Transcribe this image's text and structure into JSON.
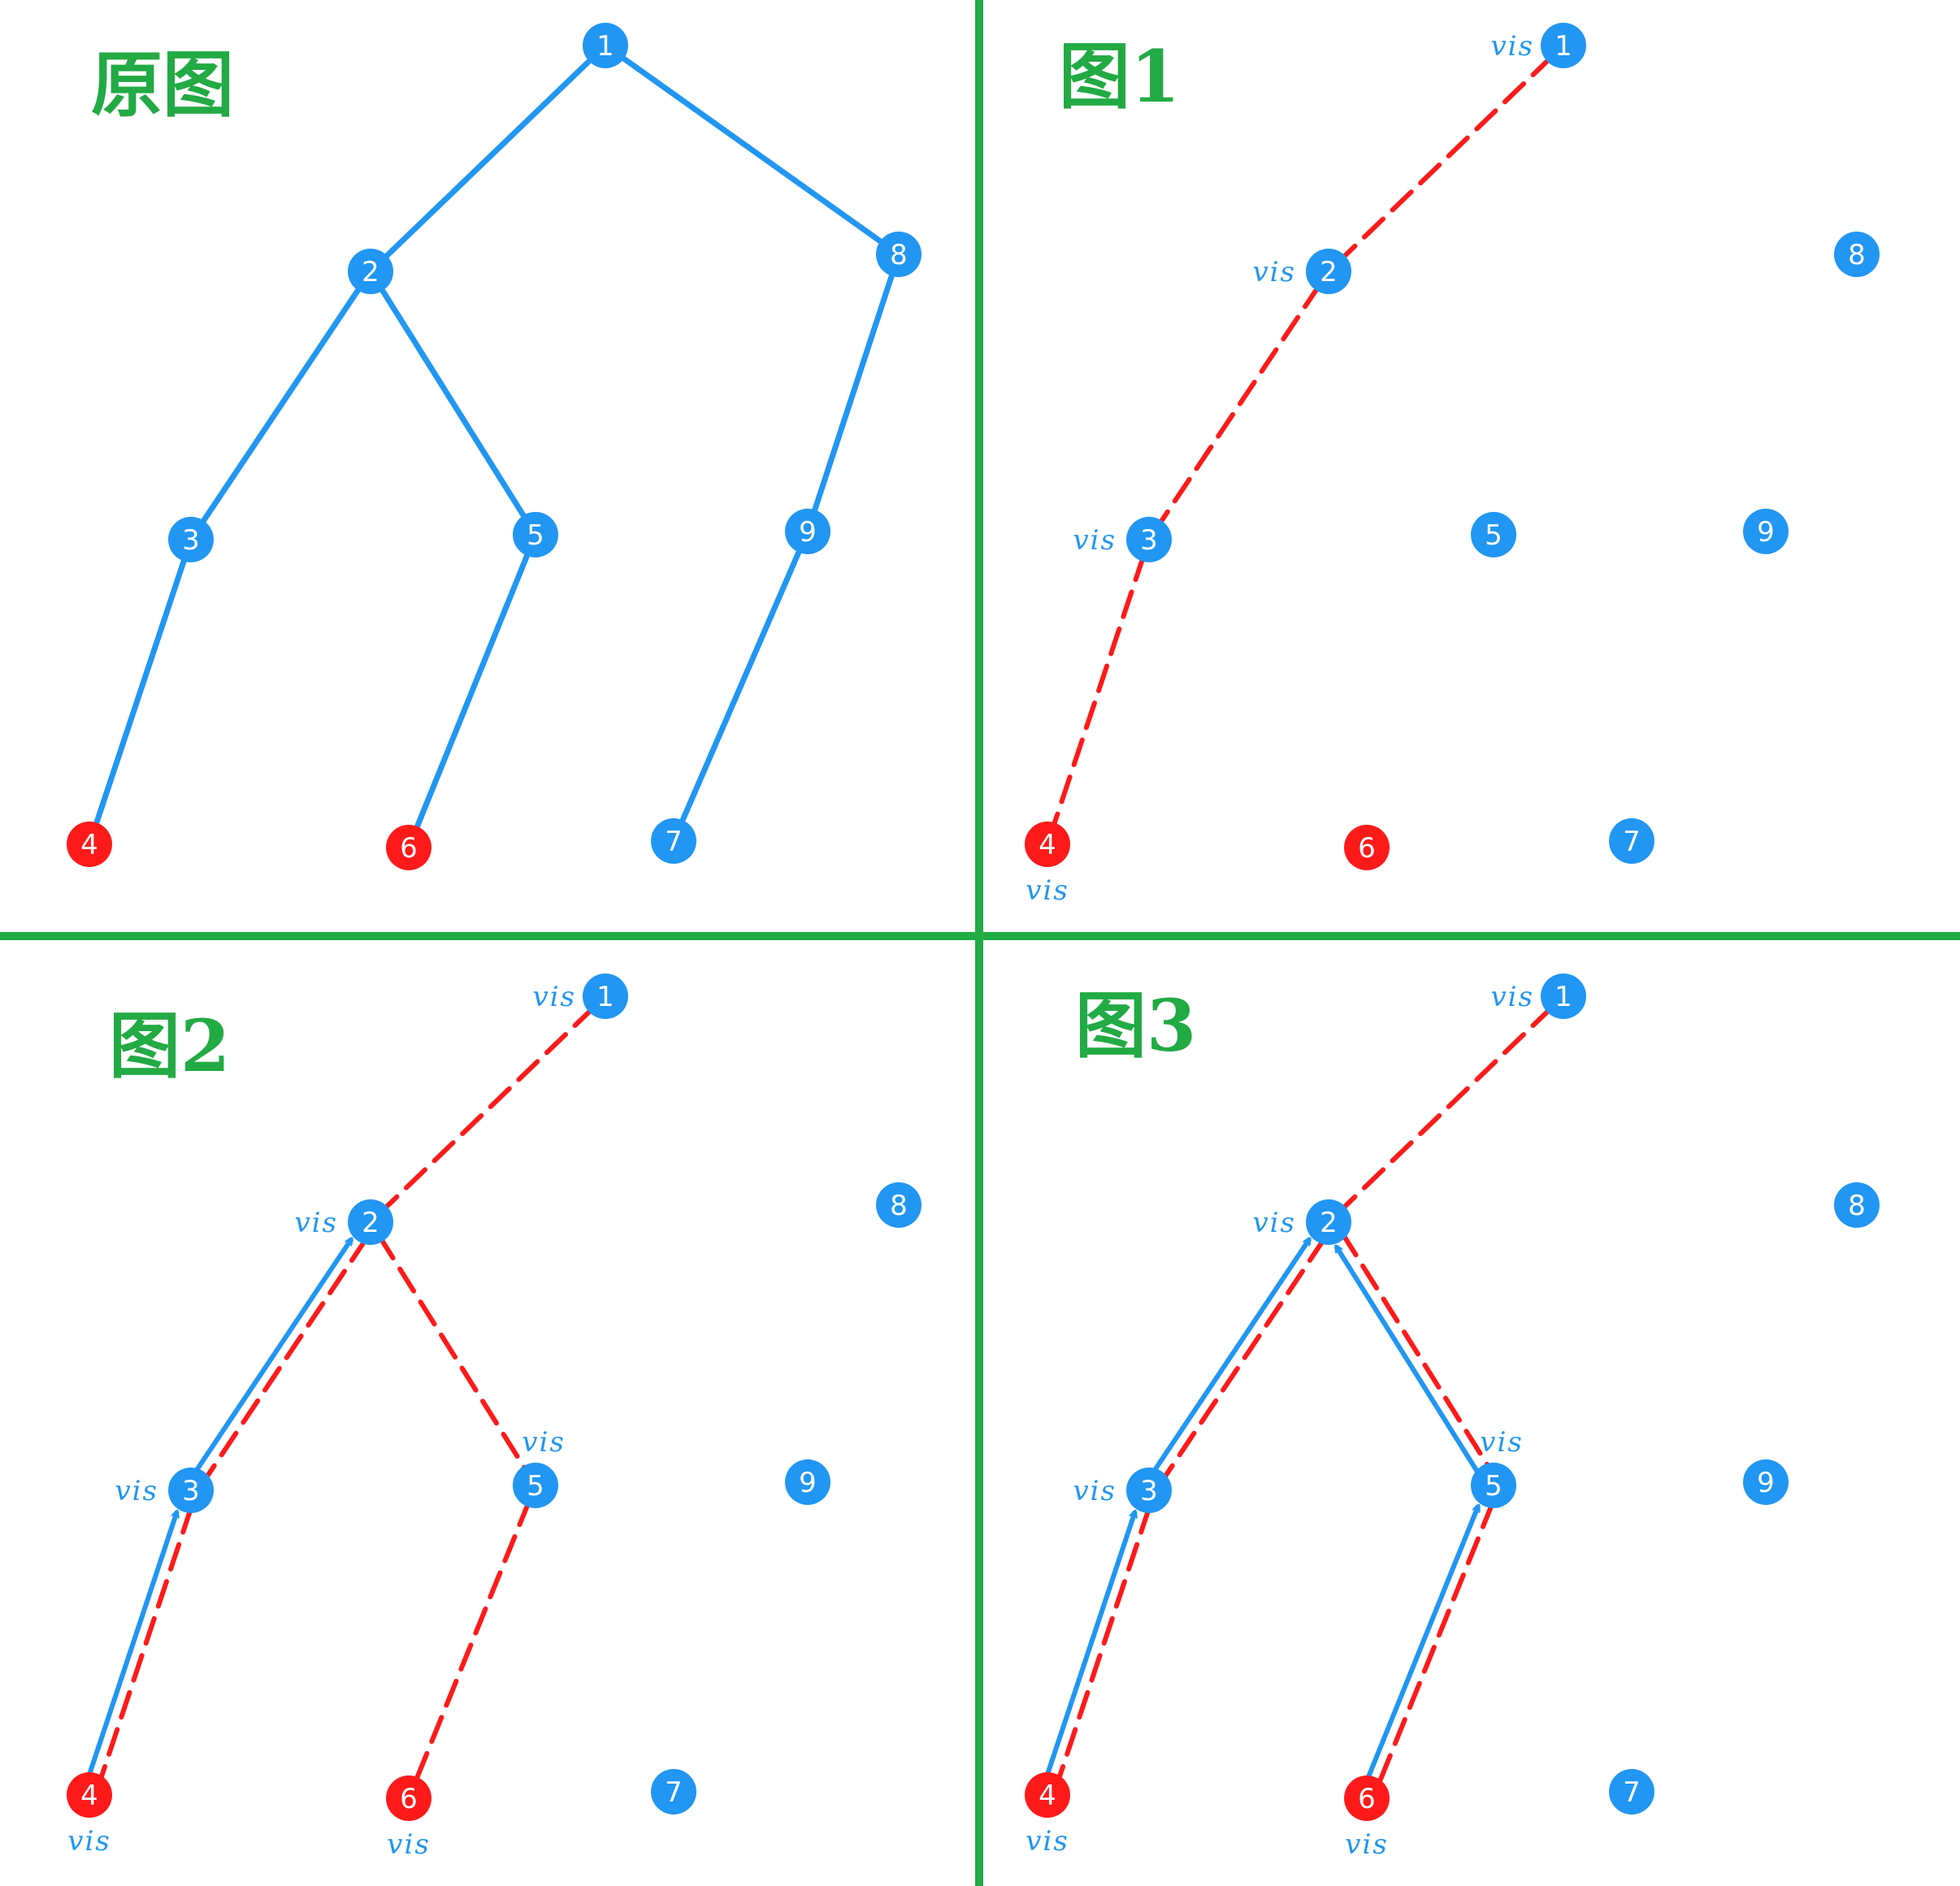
{
  "colors": {
    "node": "#2196F3",
    "node_highlight": "#FF1A1A",
    "edge": "#2196F3",
    "dash": "#FF1A1A",
    "divider": "#22AA44",
    "title": "#22AA44",
    "vis": "#2196F3",
    "node_text": "#FFFFFF"
  },
  "vis_text": "vis",
  "panels": [
    {
      "title": "原图",
      "nodes": [
        {
          "id": "1",
          "red": false,
          "vis": false
        },
        {
          "id": "2",
          "red": false,
          "vis": false
        },
        {
          "id": "3",
          "red": false,
          "vis": false
        },
        {
          "id": "4",
          "red": true,
          "vis": false
        },
        {
          "id": "5",
          "red": false,
          "vis": false
        },
        {
          "id": "6",
          "red": true,
          "vis": false
        },
        {
          "id": "7",
          "red": false,
          "vis": false
        },
        {
          "id": "8",
          "red": false,
          "vis": false
        },
        {
          "id": "9",
          "red": false,
          "vis": false
        }
      ],
      "edges": [
        [
          "1",
          "2"
        ],
        [
          "1",
          "8"
        ],
        [
          "2",
          "3"
        ],
        [
          "2",
          "5"
        ],
        [
          "3",
          "4"
        ],
        [
          "5",
          "6"
        ],
        [
          "8",
          "9"
        ],
        [
          "9",
          "7"
        ]
      ],
      "dashed": [],
      "arrows": []
    },
    {
      "title": "图1",
      "nodes": [
        {
          "id": "1",
          "red": false,
          "vis": true
        },
        {
          "id": "2",
          "red": false,
          "vis": true
        },
        {
          "id": "3",
          "red": false,
          "vis": true
        },
        {
          "id": "4",
          "red": true,
          "vis": true
        },
        {
          "id": "5",
          "red": false,
          "vis": false
        },
        {
          "id": "6",
          "red": true,
          "vis": false
        },
        {
          "id": "7",
          "red": false,
          "vis": false
        },
        {
          "id": "8",
          "red": false,
          "vis": false
        },
        {
          "id": "9",
          "red": false,
          "vis": false
        }
      ],
      "edges": [],
      "dashed": [
        [
          "1",
          "2"
        ],
        [
          "2",
          "3"
        ],
        [
          "3",
          "4"
        ]
      ],
      "arrows": []
    },
    {
      "title": "图2",
      "nodes": [
        {
          "id": "1",
          "red": false,
          "vis": true
        },
        {
          "id": "2",
          "red": false,
          "vis": true
        },
        {
          "id": "3",
          "red": false,
          "vis": true
        },
        {
          "id": "4",
          "red": true,
          "vis": true
        },
        {
          "id": "5",
          "red": false,
          "vis": true
        },
        {
          "id": "6",
          "red": true,
          "vis": true
        },
        {
          "id": "7",
          "red": false,
          "vis": false
        },
        {
          "id": "8",
          "red": false,
          "vis": false
        },
        {
          "id": "9",
          "red": false,
          "vis": false
        }
      ],
      "edges": [],
      "dashed": [
        [
          "1",
          "2"
        ],
        [
          "2",
          "3"
        ],
        [
          "3",
          "4"
        ],
        [
          "2",
          "5"
        ],
        [
          "5",
          "6"
        ]
      ],
      "arrows": [
        [
          "4",
          "3"
        ],
        [
          "3",
          "2"
        ]
      ]
    },
    {
      "title": "图3",
      "nodes": [
        {
          "id": "1",
          "red": false,
          "vis": true
        },
        {
          "id": "2",
          "red": false,
          "vis": true
        },
        {
          "id": "3",
          "red": false,
          "vis": true
        },
        {
          "id": "4",
          "red": true,
          "vis": true
        },
        {
          "id": "5",
          "red": false,
          "vis": true
        },
        {
          "id": "6",
          "red": true,
          "vis": true
        },
        {
          "id": "7",
          "red": false,
          "vis": false
        },
        {
          "id": "8",
          "red": false,
          "vis": false
        },
        {
          "id": "9",
          "red": false,
          "vis": false
        }
      ],
      "edges": [],
      "dashed": [
        [
          "1",
          "2"
        ],
        [
          "2",
          "3"
        ],
        [
          "3",
          "4"
        ],
        [
          "2",
          "5"
        ],
        [
          "5",
          "6"
        ]
      ],
      "arrows": [
        [
          "4",
          "3"
        ],
        [
          "3",
          "2"
        ],
        [
          "6",
          "5"
        ],
        [
          "5",
          "2"
        ]
      ]
    }
  ]
}
